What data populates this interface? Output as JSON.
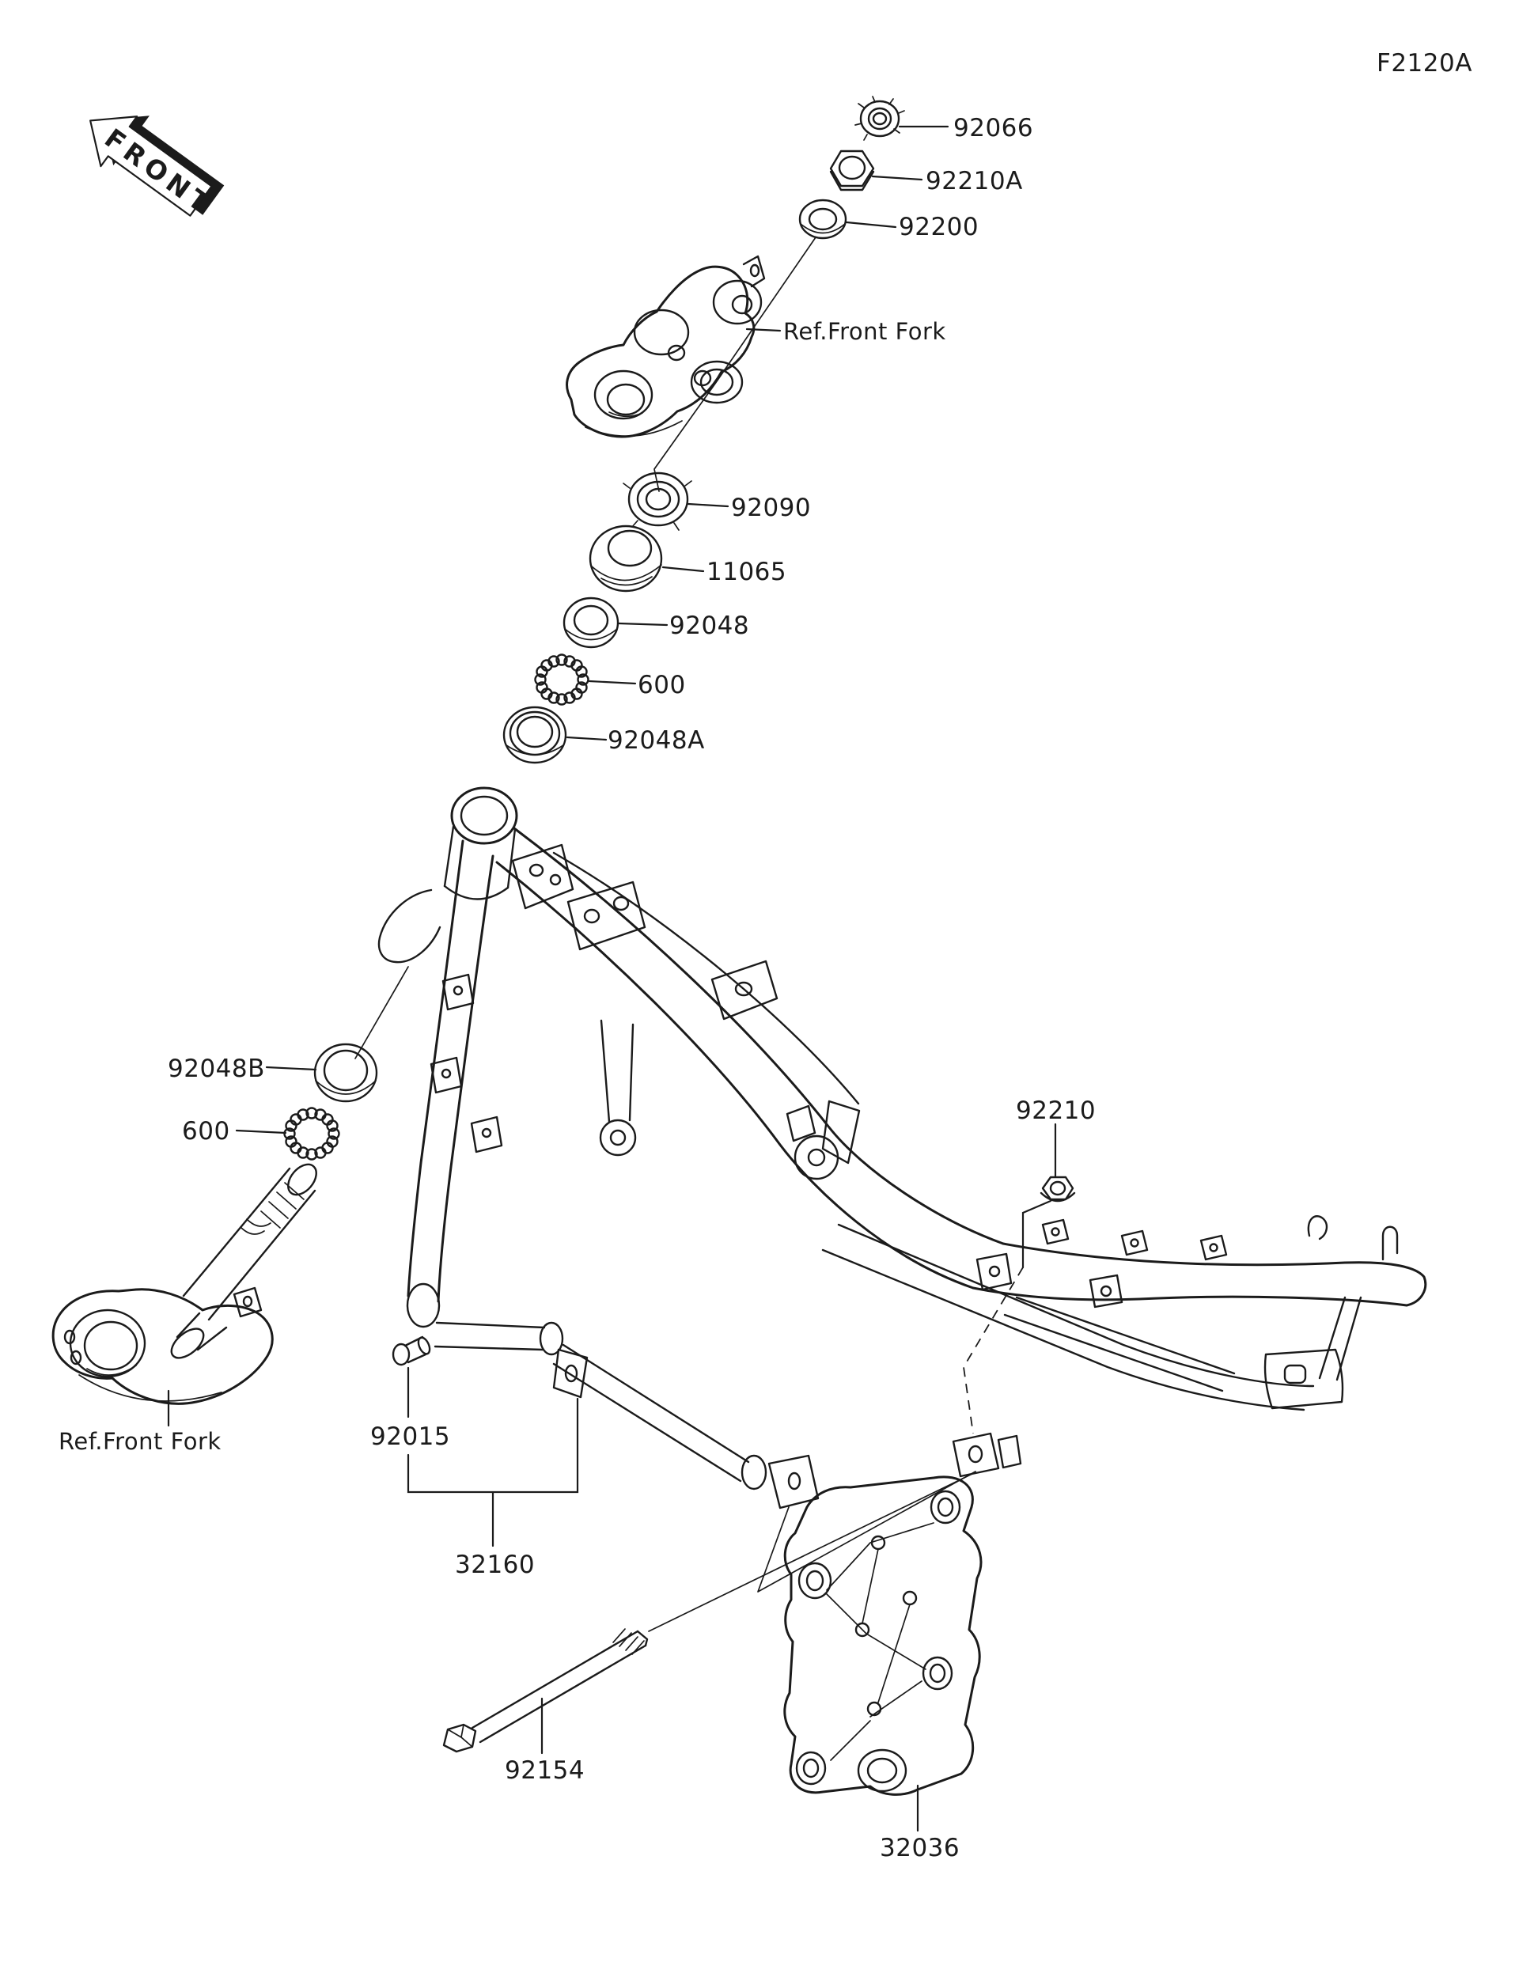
{
  "theme": {
    "ink": "#1b1b1b",
    "paper": "#ffffff"
  },
  "header": {
    "drawing_code": "F2120A"
  },
  "front_arrow": {
    "label": "FRONT"
  },
  "labels": {
    "n92066": "92066",
    "n92210A": "92210A",
    "n92200": "92200",
    "ref_front_fork_top": "Ref.Front Fork",
    "n92090": "92090",
    "n11065": "11065",
    "n92048": "92048",
    "n600_upper": "600",
    "n92048A": "92048A",
    "n92048B": "92048B",
    "n600_lower": "600",
    "n92210": "92210",
    "ref_front_fork_bottom": "Ref.Front Fork",
    "n92015": "92015",
    "n32160": "32160",
    "n92154": "92154",
    "n32036": "32036"
  }
}
